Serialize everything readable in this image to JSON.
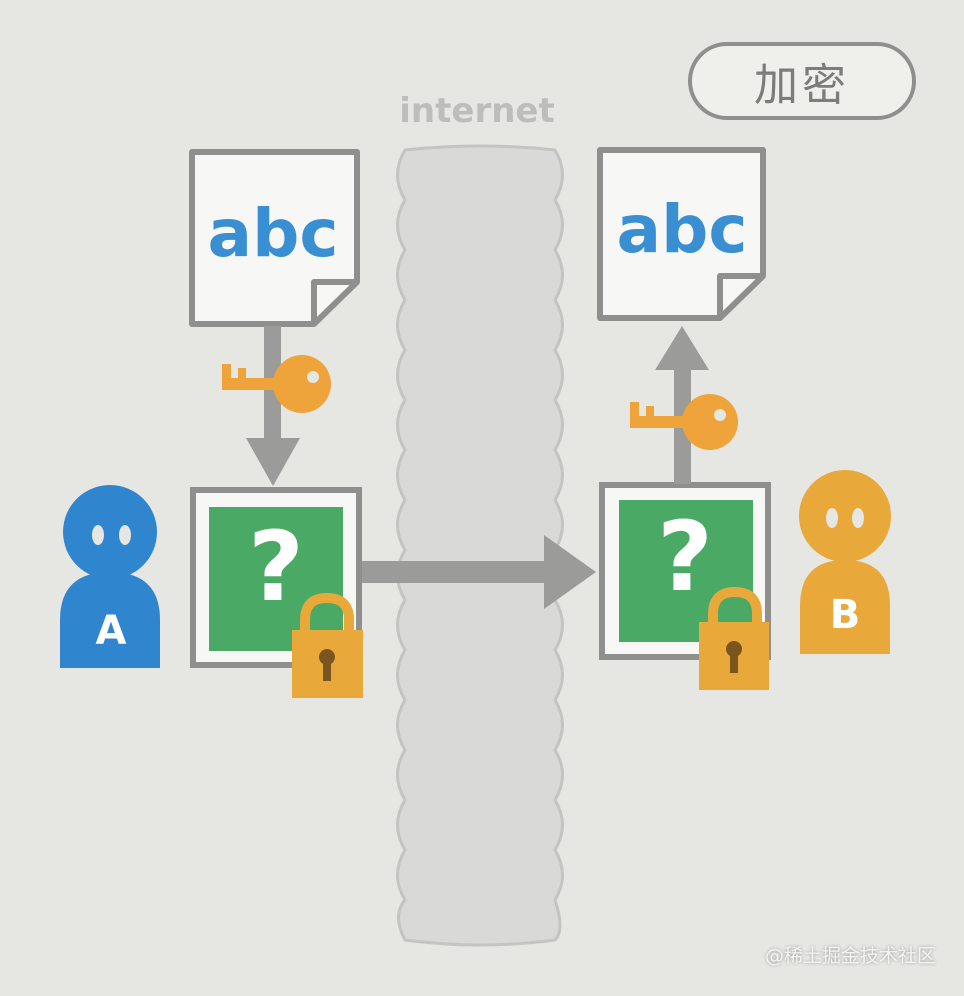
{
  "badge": {
    "text": "加密"
  },
  "network": {
    "label": "internet"
  },
  "sender": {
    "name": "A",
    "color": "#2f86cf"
  },
  "receiver": {
    "name": "B",
    "color": "#e8a83a"
  },
  "plaintext_left": {
    "text": "abc"
  },
  "plaintext_right": {
    "text": "abc"
  },
  "ciphertext_left": {
    "symbol": "?"
  },
  "ciphertext_right": {
    "symbol": "?"
  },
  "colors": {
    "text_blue": "#3a8fd2",
    "cipher_green": "#4aa965",
    "key_orange": "#eea43a",
    "lock_orange": "#e8a83a",
    "arrow_gray": "#9b9b99",
    "border_gray": "#8f8f8d"
  },
  "icons": [
    "document-icon",
    "key-icon",
    "lock-icon",
    "person-icon",
    "arrow-icon"
  ],
  "watermark": {
    "text": "@稀土掘金技术社区"
  }
}
